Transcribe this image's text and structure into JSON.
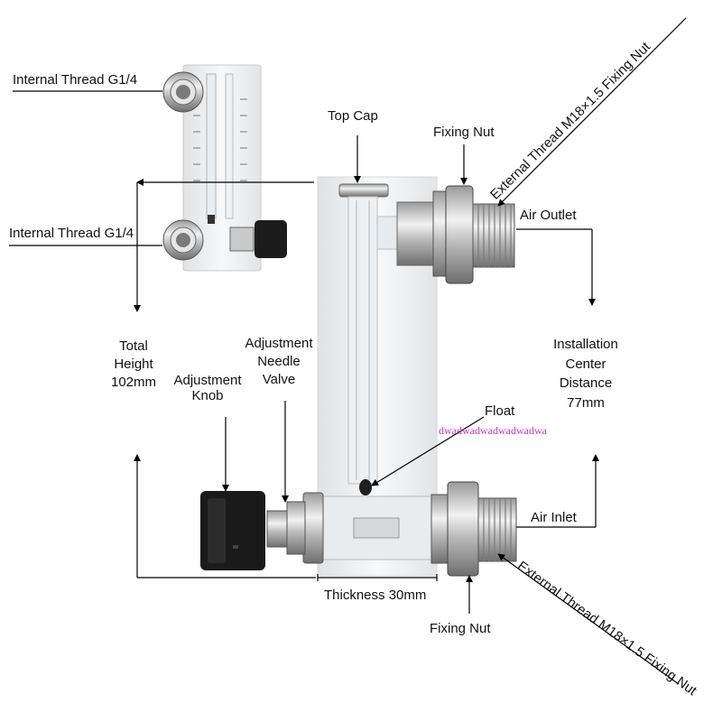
{
  "labels": {
    "internal_thread_top": "Internal Thread G1/4",
    "internal_thread_bottom": "Internal Thread G1/4",
    "top_cap": "Top Cap",
    "fixing_nut_top": "Fixing Nut",
    "fixing_nut_bottom": "Fixing Nut",
    "external_thread_top": "External Thread M18×1.5 Fixing Nut",
    "external_thread_bottom": "External Thread M18×1.5 Fixing Nut",
    "air_outlet": "Air Outlet",
    "air_inlet": "Air Inlet",
    "total_height": [
      "Total",
      "Height",
      "102mm"
    ],
    "adjustment_needle_valve": [
      "Adjustment",
      "Needle",
      "Valve"
    ],
    "adjustment_knob": [
      "Adjustment",
      "Knob"
    ],
    "installation_center_distance": [
      "Installation",
      "Center",
      "Distance",
      "77mm"
    ],
    "float": "Float",
    "thickness": "Thickness 30mm",
    "watermark": "dwadwadwadwadwadwa"
  },
  "colors": {
    "watermark": "#cc33cc",
    "line": "#000000",
    "metal": "#c9c9c9",
    "knob": "#1a1a1a",
    "acrylic": "#f2f4f6"
  }
}
